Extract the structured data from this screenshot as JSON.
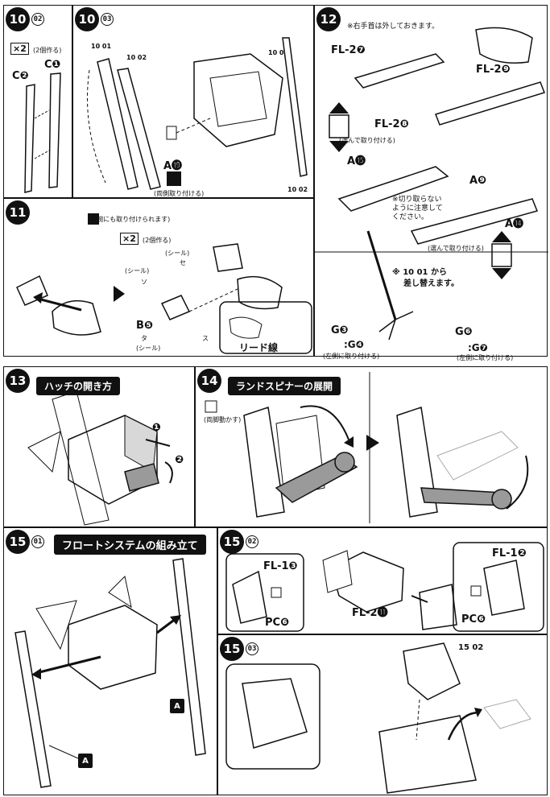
{
  "steps": {
    "s10_02": {
      "big": "10",
      "sub": "02",
      "x2": "×2",
      "x2_note": "(2個作る)",
      "c1": "C❶",
      "c2": "C❷"
    },
    "s10_03": {
      "big": "10",
      "sub": "03",
      "ref1": "10 01",
      "ref2": "10 02",
      "ref3": "10 01",
      "ref4": "10 02",
      "part": "A⓳",
      "note": "(両側取り付ける)"
    },
    "s11": {
      "big": "11",
      "note": "(左腕にも取り付けられます)",
      "x2": "×2",
      "x2_note": "(2個作る)",
      "seal_a": "(シール)",
      "seal_b": "(シール)",
      "seal_c": "(シール)",
      "mark_a": "セ",
      "mark_b": "ソ",
      "mark_c": "タ",
      "mark_d": "ス",
      "part": "B❺",
      "wire": "リード線"
    },
    "s12": {
      "big": "12",
      "note": "※右手首は外しておきます。",
      "fl27": "FL-2❼",
      "fl29": "FL-2❾",
      "fl28": "FL-2❽",
      "choose1": "(選んで取り付ける)",
      "a15": "A⓯",
      "a9": "A❾",
      "caution": "※切り取らない\nように注意して\nください。",
      "a14": "A⓮",
      "choose2": "(選んで取り付ける)",
      "replace1": "※ 10 01 から",
      "replace2": "差し替えます。",
      "g3": "G❸",
      "g4": ":G❹",
      "left1": "(左側に取り付ける)",
      "g6": "G❻",
      "g7": ":G❼",
      "left2": "(左側に取り付ける)"
    },
    "s13": {
      "big": "13",
      "title": "ハッチの開き方",
      "n1": "❶",
      "n2": "❷"
    },
    "s14": {
      "big": "14",
      "title": "ランドスピナーの展開",
      "note": "(両脚動かす)"
    },
    "s15_01": {
      "big": "15",
      "sub": "01",
      "title": "フロートシステムの組み立て",
      "a": "A"
    },
    "s15_02": {
      "big": "15",
      "sub": "02",
      "fl13": "FL-1❸",
      "pcf1": "PC❻",
      "fl211": "FL-2⓫",
      "fl12": "FL-1❷",
      "pcf2": "PC❻"
    },
    "s15_03": {
      "big": "15",
      "sub": "03",
      "ref": "15 02"
    }
  },
  "colors": {
    "ink": "#111111",
    "tone": "#9a9a9a",
    "light": "#d8d8d8"
  }
}
